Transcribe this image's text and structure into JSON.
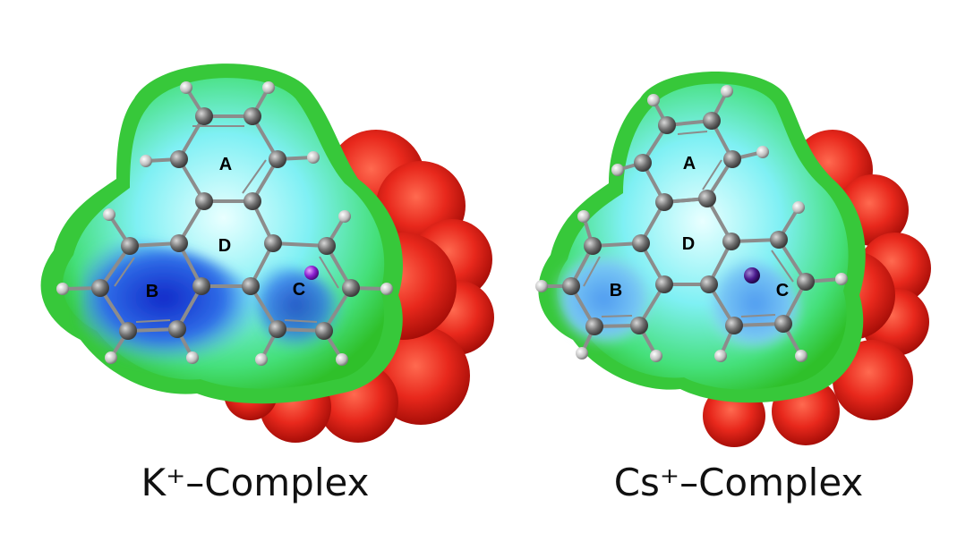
{
  "panels": [
    {
      "id": "potassium",
      "caption": "K⁺–Complex",
      "ring_labels": [
        "A",
        "D",
        "B",
        "C"
      ],
      "ion_color": "#8a1fd0"
    },
    {
      "id": "cesium",
      "caption": "Cs⁺–Complex",
      "ring_labels": [
        "A",
        "D",
        "B",
        "C"
      ],
      "ion_color": "#4a1a8c"
    }
  ],
  "colors": {
    "carbon": "#6f6f6f",
    "hydrogen": "#c9c9c9",
    "bond": "#8a8a8a",
    "surface_negative": "#e01a10",
    "surface_neutral": "#3fd63a",
    "surface_positive": "#2a52d8"
  }
}
